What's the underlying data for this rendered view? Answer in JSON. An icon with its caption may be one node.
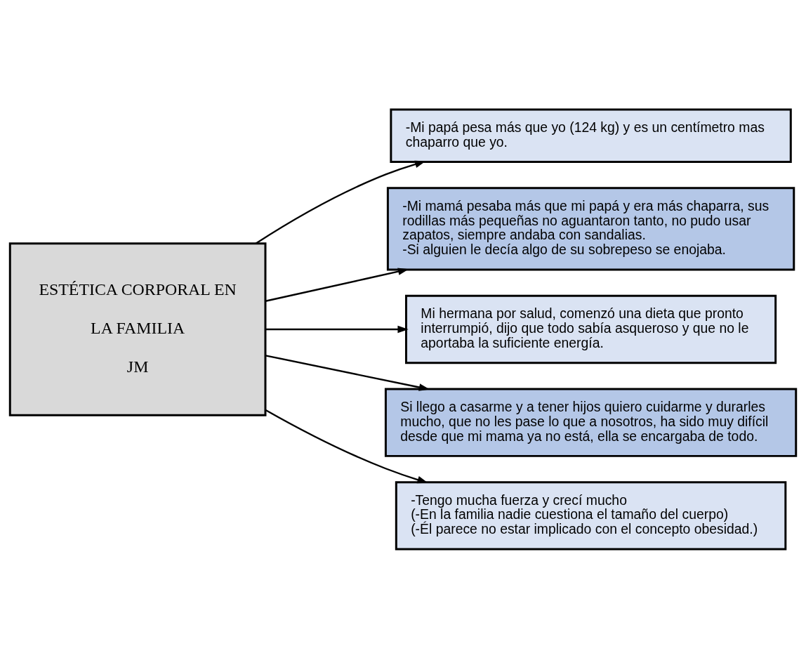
{
  "diagram": {
    "nodes": [
      {
        "text": [
          "ESTÉTICA CORPORAL EN LA FAMILIA",
          "JM"
        ]
      },
      {
        "text": [
          "-Mi papá pesa más que yo (124 kg) y es un centímetro mas chaparro que yo."
        ]
      },
      {
        "text": [
          "-Mi mamá pesaba más que mi papá y era más chaparra, sus rodillas más pequeñas no aguantaron tanto, no pudo usar zapatos, siempre andaba con sandalias.",
          "-Si alguien le decía algo de su sobrepeso se enojaba."
        ]
      },
      {
        "text": [
          "Mi hermana por salud, comenzó una dieta que pronto interrumpió, dijo que todo sabía asqueroso y que no le aportaba la suficiente energía."
        ]
      },
      {
        "text": [
          "Si llego a casarme y a tener hijos quiero cuidarme y durarles mucho, que no les pase lo que a nosotros, ha sido muy difícil desde que mi mama ya no está, ella se encargaba de todo."
        ]
      },
      {
        "text": [
          "-Tengo mucha fuerza y crecí mucho",
          "(-En la familia nadie cuestiona el tamaño del cuerpo)",
          "(-Él parece no estar implicado con el concepto obesidad.)"
        ]
      }
    ],
    "edges": [
      {
        "from": 0,
        "to": 1,
        "arrow": "to"
      },
      {
        "from": 0,
        "to": 2,
        "arrow": "to"
      },
      {
        "from": 0,
        "to": 3,
        "arrow": "to"
      },
      {
        "from": 0,
        "to": 4,
        "arrow": "to"
      },
      {
        "from": 0,
        "to": 5,
        "arrow": "to"
      }
    ]
  }
}
